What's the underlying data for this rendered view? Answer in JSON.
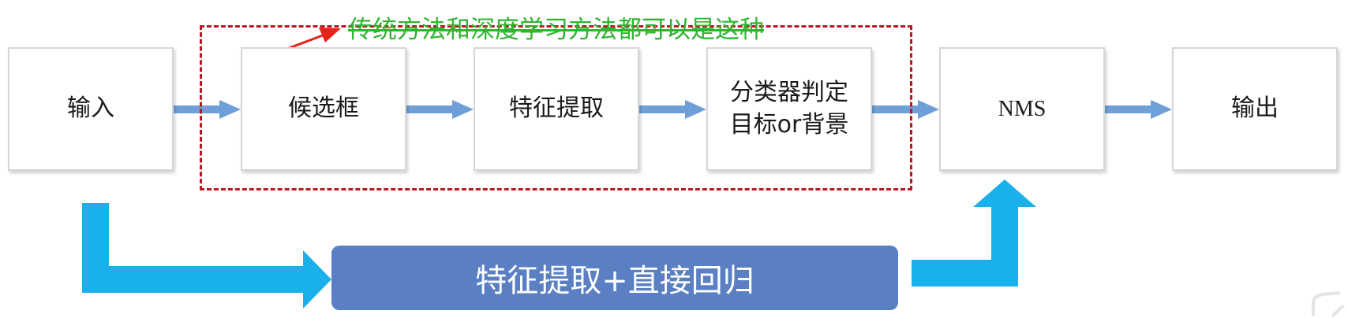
{
  "annotation": {
    "text": "传统方法和深度学习方法都可以是这种"
  },
  "boxes": {
    "input": "输入",
    "proposal": "候选框",
    "feature": "特征提取",
    "classify_line1": "分类器判定",
    "classify_line2": "目标or背景",
    "nms": "NMS",
    "output": "输出"
  },
  "regression": {
    "label": "特征提取+直接回归"
  },
  "colors": {
    "flow_arrow": "#6f9fd8",
    "big_arrow": "#1ab0ec",
    "dashed_frame": "#b41a24",
    "annotation_text": "#2fb52f",
    "pointer_arrow": "#e8221b",
    "regression_bar": "#5a7fc2"
  }
}
